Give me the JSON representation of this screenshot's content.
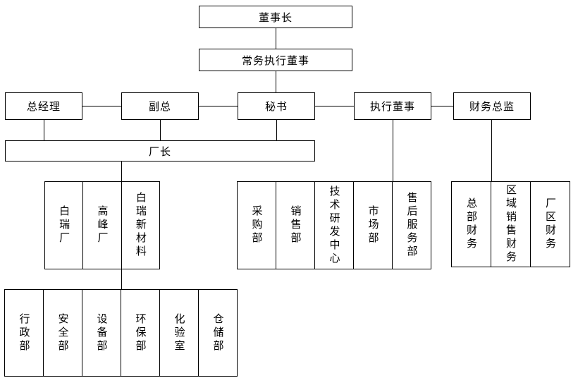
{
  "org": {
    "chairman": "董事长",
    "managing_director": "常务执行董事",
    "general_manager": "总经理",
    "deputy_general_manager": "副总",
    "secretary": "秘书",
    "executive_director": "执行董事",
    "finance_director": "财务总监",
    "factory_director": "厂长",
    "factories": [
      "白瑞厂",
      "高峰厂",
      "白瑞新材料"
    ],
    "business_departments": [
      "采购部",
      "销售部",
      "技术研发中心",
      "市场部",
      "售后服务部"
    ],
    "finance_departments": [
      "总部财务",
      "区域销售财务",
      "厂区财务"
    ],
    "factory_departments": [
      "行政部",
      "安全部",
      "设备部",
      "环保部",
      "化验室",
      "仓储部"
    ]
  },
  "colors": {
    "background": "#ffffff",
    "line": "#000000",
    "text": "#000000"
  }
}
